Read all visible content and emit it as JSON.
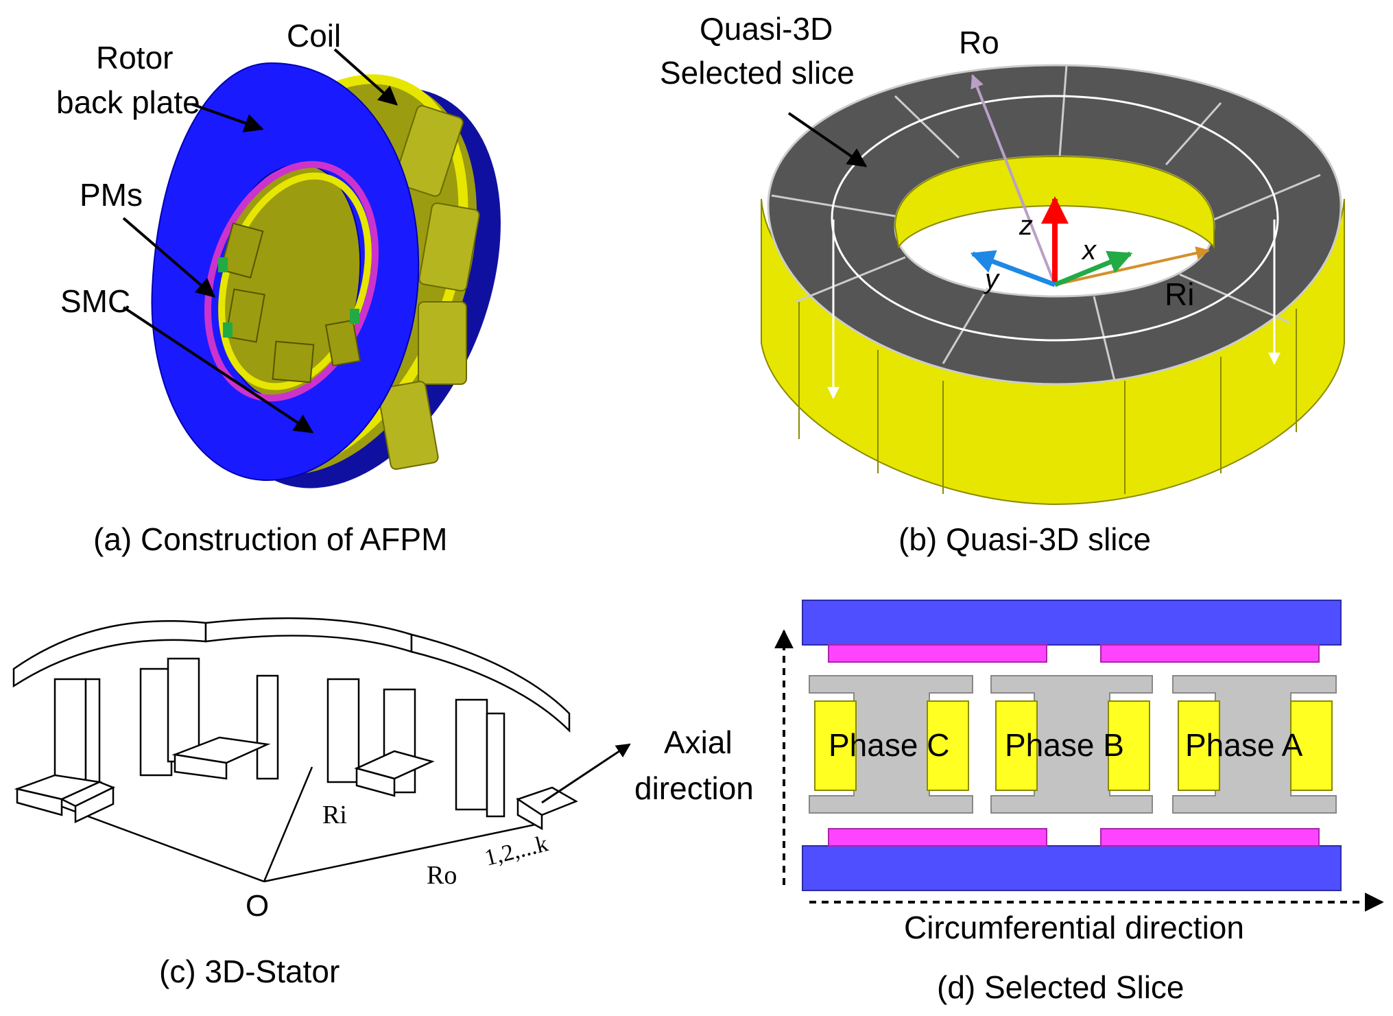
{
  "panel_a": {
    "label_coil": "Coil",
    "label_rotor_1": "Rotor",
    "label_rotor_2": "back plate",
    "label_pms": "PMs",
    "label_smc": "SMC",
    "caption": "(a) Construction of AFPM"
  },
  "panel_b": {
    "label_slice_1": "Quasi-3D",
    "label_slice_2": "Selected slice",
    "label_ro": "Ro",
    "label_ri": "Ri",
    "label_x": "x",
    "label_y": "y",
    "label_z": "z",
    "caption": "(b) Quasi-3D slice"
  },
  "panel_c": {
    "label_ri": "Ri",
    "label_ro": "Ro",
    "label_o": "O",
    "label_index": "1,2,...k",
    "caption": "(c) 3D-Stator"
  },
  "panel_d": {
    "axial_1": "Axial",
    "axial_2": "direction",
    "phase_c": "Phase C",
    "phase_b": "Phase B",
    "phase_a": "Phase A",
    "circumferential": "Circumferential direction",
    "caption": "(d) Selected Slice"
  },
  "colors": {
    "rotor_blue": "#1a1aff",
    "coil_yellow": "#e6e600",
    "coil_olive": "#9c9c10",
    "pm_magenta": "#ff44ff",
    "smc_gray": "#c0c0c0",
    "slice_dark": "#555555"
  }
}
